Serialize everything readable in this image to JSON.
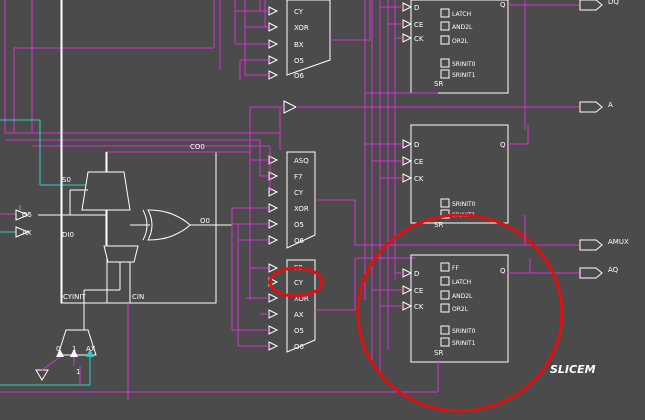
{
  "colors": {
    "background": "#4b4b4b",
    "wire": "#d633d6",
    "cyan_wire": "#33cccc",
    "outline": "#ffffff",
    "highlight": "#e01010"
  },
  "mux_top": {
    "inputs": [
      "CY",
      "XOR",
      "BX",
      "O5",
      "O6"
    ]
  },
  "mux_mid": {
    "inputs": [
      "ASQ",
      "F7",
      "CY",
      "XOR",
      "O5",
      "O6"
    ]
  },
  "mux_bot": {
    "inputs": [
      "F8",
      "CY",
      "XOR",
      "AX",
      "O5",
      "O6"
    ]
  },
  "ff_top": {
    "pins": {
      "d": "D",
      "ce": "CE",
      "ck": "CK",
      "sr": "SR",
      "q": "Q"
    },
    "options": [
      "LATCH",
      "AND2L",
      "OR2L"
    ],
    "init": [
      "SRINIT0",
      "SRINIT1"
    ]
  },
  "ff_mid": {
    "pins": {
      "d": "D",
      "ce": "CE",
      "ck": "CK",
      "sr": "SR",
      "q": "Q"
    },
    "init": [
      "SRINIT0",
      "SRINIT1"
    ]
  },
  "ff_bot": {
    "pins": {
      "d": "D",
      "ce": "CE",
      "ck": "CK",
      "sr": "SR",
      "q": "Q"
    },
    "options": [
      "FF",
      "LATCH",
      "AND2L",
      "OR2L"
    ],
    "init": [
      "SRINIT0",
      "SRINIT1"
    ]
  },
  "outputs": {
    "top": "DQ",
    "a": "A",
    "amux": "AMUX",
    "aq": "AQ"
  },
  "carry": {
    "co0": "CO0",
    "s0": "S0",
    "di0": "DI0",
    "o0": "O0",
    "cyinit": "CYINIT",
    "cin": "CIN"
  },
  "left_buf": {
    "o5": "O5",
    "ax": "AX"
  },
  "cyinit_mux": {
    "in0": "0",
    "in1": "1",
    "inax": "AX",
    "below": "1"
  },
  "caption": "SLICEM"
}
